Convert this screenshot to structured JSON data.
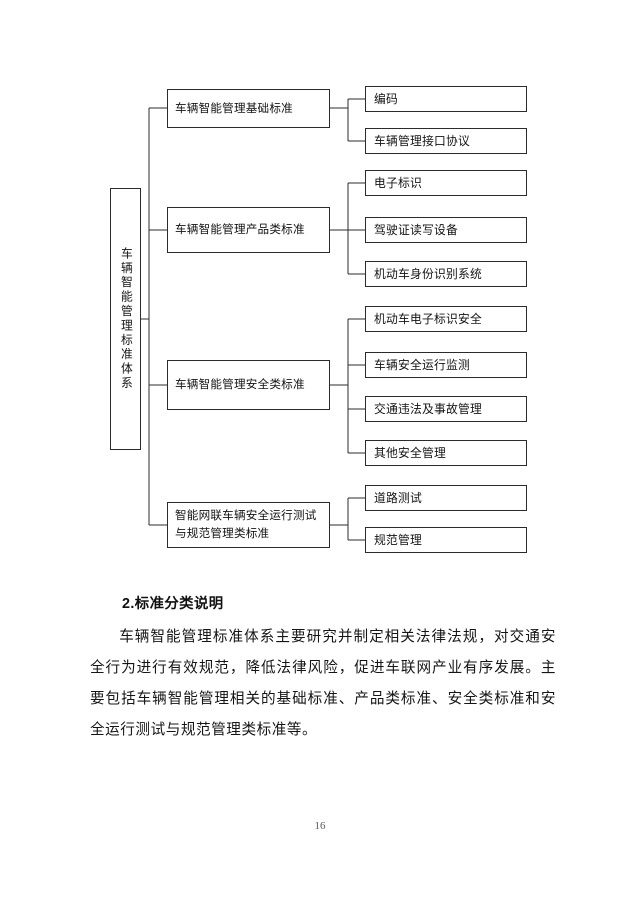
{
  "document": {
    "page_number": "16"
  },
  "diagram": {
    "root": {
      "label": "车辆智能管理标准体系"
    },
    "branches": [
      {
        "label": "车辆智能管理基础标准",
        "leaves": [
          {
            "label": "编码"
          },
          {
            "label": "车辆管理接口协议"
          }
        ]
      },
      {
        "label": "车辆智能管理产品类标准",
        "leaves": [
          {
            "label": "电子标识"
          },
          {
            "label": "驾驶证读写设备"
          },
          {
            "label": "机动车身份识别系统"
          }
        ]
      },
      {
        "label": "车辆智能管理安全类标准",
        "leaves": [
          {
            "label": "机动车电子标识安全"
          },
          {
            "label": "车辆安全运行监测"
          },
          {
            "label": "交通违法及事故管理"
          },
          {
            "label": "其他安全管理"
          }
        ]
      },
      {
        "label": "智能网联车辆安全运行测试与规范管理类标准",
        "leaves": [
          {
            "label": "道路测试"
          },
          {
            "label": "规范管理"
          }
        ]
      }
    ]
  },
  "body": {
    "heading": "2.标准分类说明",
    "paragraph": "车辆智能管理标准体系主要研究并制定相关法律法规，对交通安全行为进行有效规范，降低法律风险，促进车联网产业有序发展。主要包括车辆智能管理相关的基础标准、产品类标准、安全类标准和安全运行测试与规范管理类标准等。"
  },
  "colors": {
    "line": "#2b2b2b",
    "text": "#141414",
    "page_background": "#ffffff"
  }
}
